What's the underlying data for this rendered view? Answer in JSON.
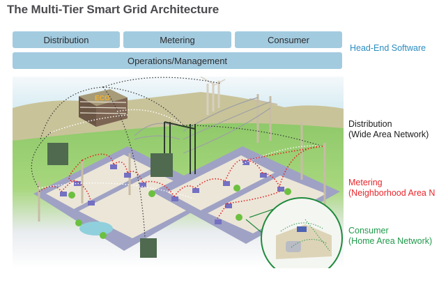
{
  "title": "The Multi-Tier Smart Grid Architecture",
  "software_layers": {
    "top_row": [
      "Distribution",
      "Metering",
      "Consumer"
    ],
    "bottom_row": "Operations/Management",
    "label": "Head-End Software"
  },
  "network_legend": [
    {
      "tier": "Distribution",
      "network": "(Wide Area Network)",
      "color": "#1a1a1a"
    },
    {
      "tier": "Metering",
      "network": "(Neighborhood Area N",
      "color": "#e8262b"
    },
    {
      "tier": "Consumer",
      "network": "(Home Area Network)",
      "color": "#1f9a4a"
    }
  ],
  "colors": {
    "box_fill": "#a3cbe0",
    "head_end_text": "#2a8cc0",
    "wan_link": "#333333",
    "nan_link": "#e02020",
    "han_link": "#2e9a4a",
    "consumer_circle": "#1f8a3c",
    "road": "#9fa2c4",
    "block": "#ece6d8"
  },
  "illustration": {
    "building_sign": "ECO"
  }
}
